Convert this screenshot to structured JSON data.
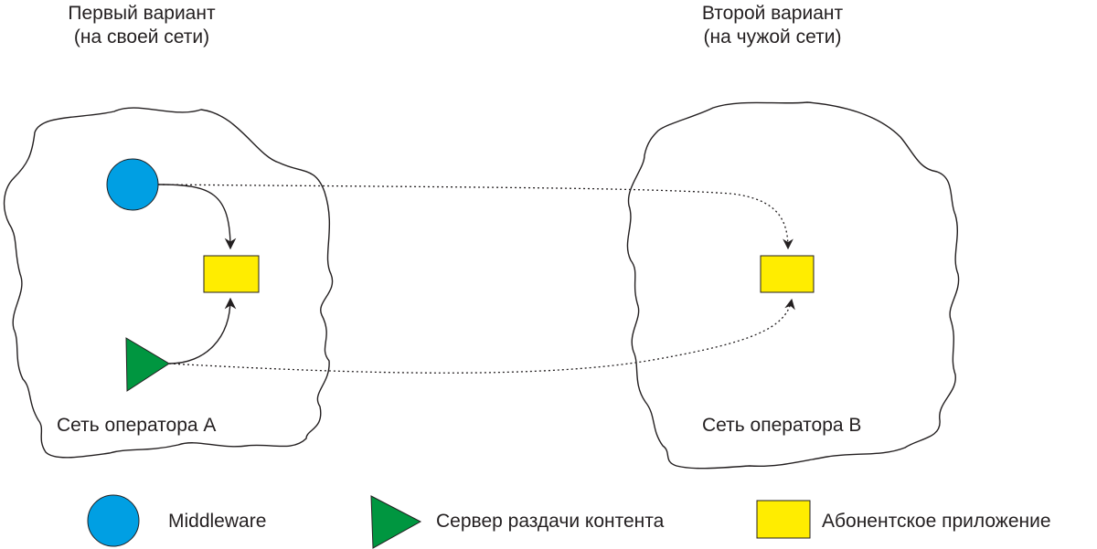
{
  "titles": {
    "left": {
      "line1": "Первый вариант",
      "line2": "(на своей сети)"
    },
    "right": {
      "line1": "Второй вариант",
      "line2": "(на чужой сети)"
    }
  },
  "networks": {
    "a": "Сеть оператора А",
    "b": "Сеть оператора В"
  },
  "legend": {
    "middleware": "Middleware",
    "server": "Сервер раздачи контента",
    "app": "Абонентское приложение"
  },
  "colors": {
    "middleware": "#009fe3",
    "server": "#009640",
    "app": "#ffed00",
    "outline": "#231f20"
  }
}
